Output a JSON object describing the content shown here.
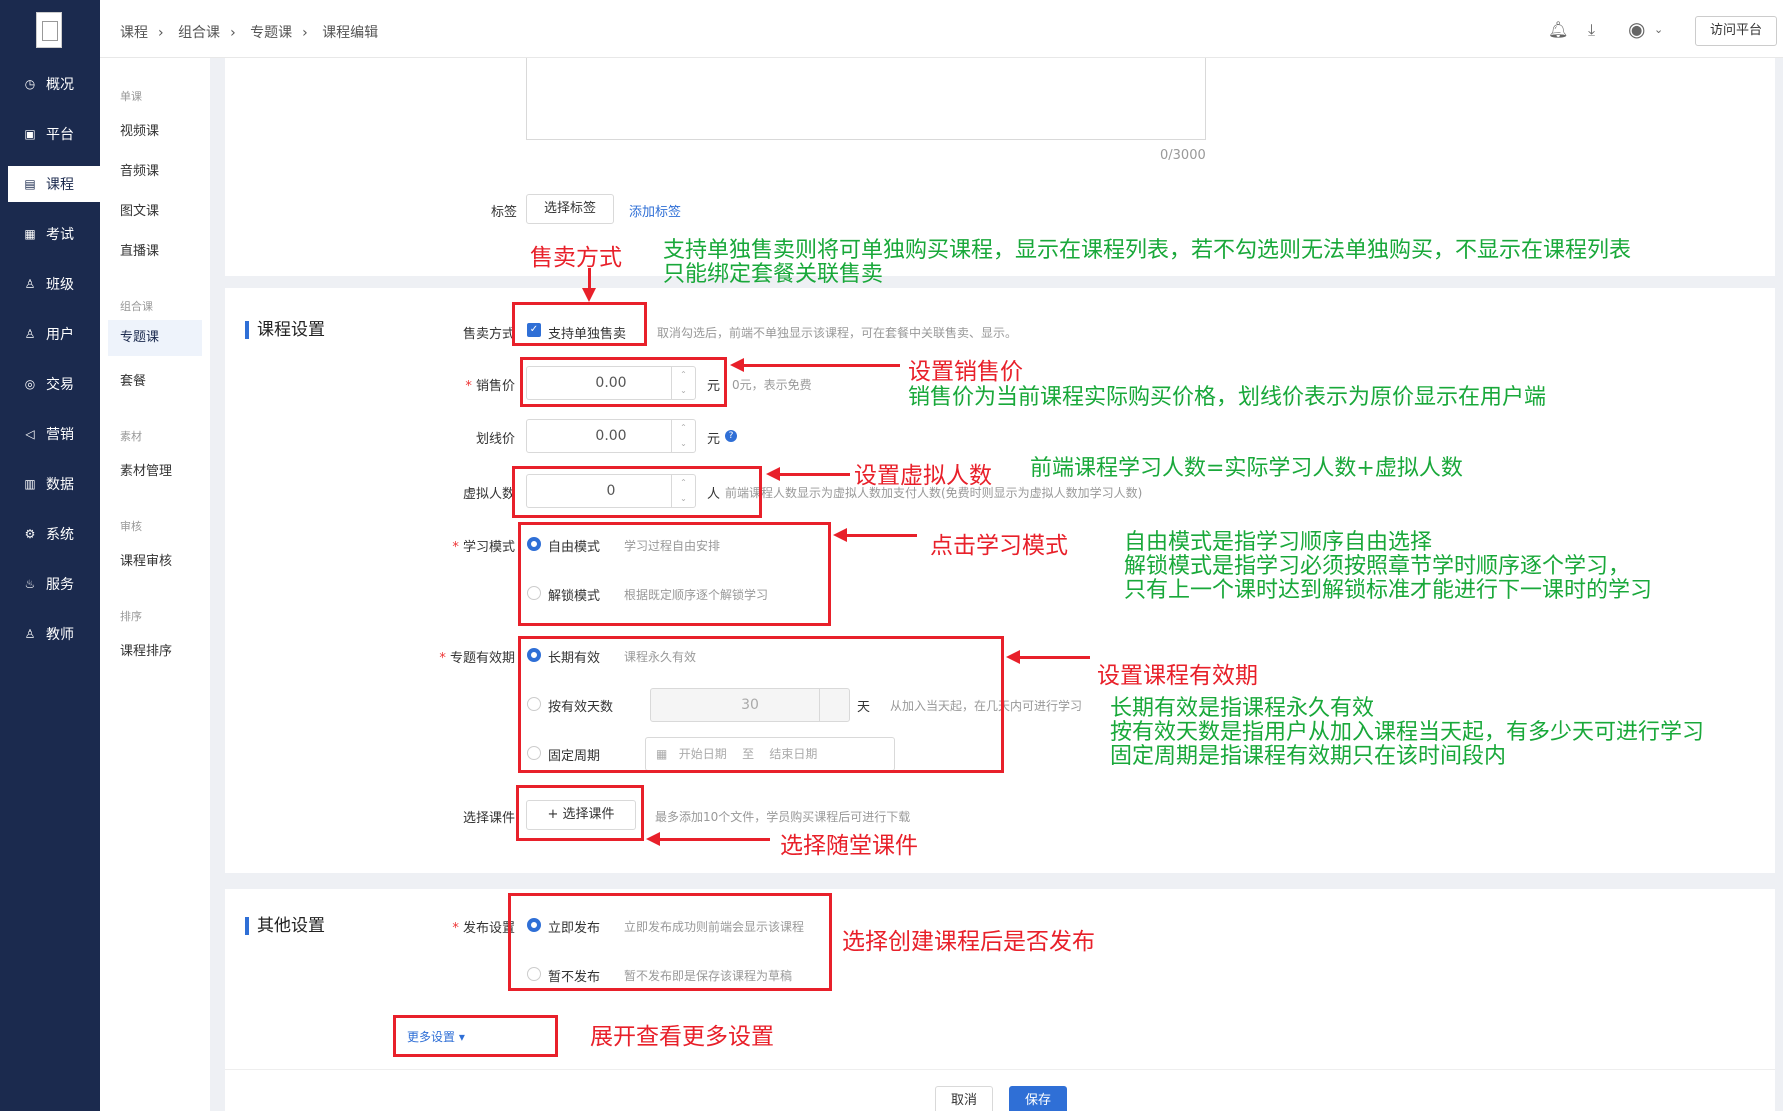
{
  "nav": [
    "概况",
    "平台",
    "课程",
    "考试",
    "班级",
    "用户",
    "交易",
    "营销",
    "数据",
    "系统",
    "服务",
    "教师"
  ],
  "subnav": {
    "g1": "单课",
    "i1": "视频课",
    "i2": "音频课",
    "i3": "图文课",
    "i4": "直播课",
    "g2": "组合课",
    "i5": "专题课",
    "i6": "套餐",
    "g3": "素材",
    "i7": "素材管理",
    "g4": "审核",
    "i8": "课程审核",
    "g5": "排序",
    "i9": "课程排序"
  },
  "crumbs": [
    "课程",
    "组合课",
    "专题课",
    "课程编辑"
  ],
  "header": {
    "visit": "访问平台"
  },
  "desc": {
    "counter": "0/3000"
  },
  "tags": {
    "label": "标签",
    "select": "选择标签",
    "add": "添加标签"
  },
  "course": {
    "title": "课程设置",
    "sell_label": "售卖方式",
    "sell_opt": "支持单独售卖",
    "sell_hint": "取消勾选后，前端不单独显示该课程，可在套餐中关联售卖、显示。",
    "price_label": "销售价",
    "price_val": "0.00",
    "price_unit": "元",
    "price_hint": "0元，表示免费",
    "orig_label": "划线价",
    "orig_val": "0.00",
    "orig_unit": "元",
    "virt_label": "虚拟人数",
    "virt_val": "0",
    "virt_unit": "人",
    "virt_hint": "前端课程人数显示为虚拟人数加支付人数(免费时则显示为虚拟人数加学习人数)",
    "mode_label": "学习模式",
    "mode_free": "自由模式",
    "mode_free_hint": "学习过程自由安排",
    "mode_lock": "解锁模式",
    "mode_lock_hint": "根据既定顺序逐个解锁学习",
    "valid_label": "专题有效期",
    "valid_long": "长期有效",
    "valid_long_hint": "课程永久有效",
    "valid_days": "按有效天数",
    "valid_days_val": "30",
    "valid_days_unit": "天",
    "valid_days_hint": "从加入当天起，在几天内可进行学习",
    "valid_fixed": "固定周期",
    "date_start": "开始日期",
    "date_to": "至",
    "date_end": "结束日期",
    "ware_label": "选择课件",
    "ware_btn": "+ 选择课件",
    "ware_hint": "最多添加10个文件，学员购买课程后可进行下载"
  },
  "other": {
    "title": "其他设置",
    "pub_label": "发布设置",
    "pub_now": "立即发布",
    "pub_now_hint": "立即发布成功则前端会显示该课程",
    "pub_later": "暂不发布",
    "pub_later_hint": "暂不发布即是保存该课程为草稿",
    "more": "更多设置 ▾"
  },
  "footer": {
    "cancel": "取消",
    "save": "保存"
  },
  "ann": {
    "a1": "售卖方式",
    "a1g1": "支持单独售卖则将可单独购买课程，显示在课程列表，若不勾选则无法单独购买，不显示在课程列表",
    "a1g2": "只能绑定套餐关联售卖",
    "a2": "设置销售价",
    "a2g": "销售价为当前课程实际购买价格，划线价表示为原价显示在用户端",
    "a3": "设置虚拟人数",
    "a3g": "前端课程学习人数=实际学习人数+虚拟人数",
    "a4": "点击学习模式",
    "a4g1": "自由模式是指学习顺序自由选择",
    "a4g2": "解锁模式是指学习必须按照章节学时顺序逐个学习，",
    "a4g3": "只有上一个课时达到解锁标准才能进行下一课时的学习",
    "a5": "设置课程有效期",
    "a5g1": "长期有效是指课程永久有效",
    "a5g2": "按有效天数是指用户从加入课程当天起，有多少天可进行学习",
    "a5g3": "固定周期是指课程有效期只在该时间段内",
    "a6": "选择随堂课件",
    "a7": "选择创建课程后是否发布",
    "a8": "展开查看更多设置"
  }
}
